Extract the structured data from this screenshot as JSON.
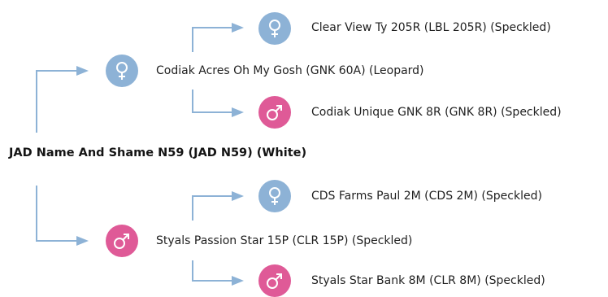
{
  "colors": {
    "female": "#8db2d6",
    "male": "#df5a97",
    "connector": "#8db2d6",
    "text": "#1f1f1f"
  },
  "pedigree": {
    "animal": {
      "name": "JAD Name And Shame N59 (JAD N59) (White)"
    },
    "sire": {
      "name": "Styals Passion Star 15P (CLR 15P) (Speckled)",
      "sex": "male",
      "icon": "male-symbol-icon"
    },
    "dam": {
      "name": "Codiak Acres Oh My Gosh (GNK 60A) (Leopard)",
      "sex": "female",
      "icon": "female-symbol-icon"
    },
    "dam_sire": {
      "name": "Codiak Unique GNK 8R (GNK 8R) (Speckled)",
      "sex": "male",
      "icon": "male-symbol-icon"
    },
    "dam_dam": {
      "name": "Clear View Ty 205R (LBL 205R) (Speckled)",
      "sex": "female",
      "icon": "female-symbol-icon"
    },
    "sire_sire": {
      "name": "Styals Star Bank 8M (CLR 8M) (Speckled)",
      "sex": "male",
      "icon": "male-symbol-icon"
    },
    "sire_dam": {
      "name": "CDS Farms Paul 2M (CDS 2M) (Speckled)",
      "sex": "female",
      "icon": "female-symbol-icon"
    }
  }
}
